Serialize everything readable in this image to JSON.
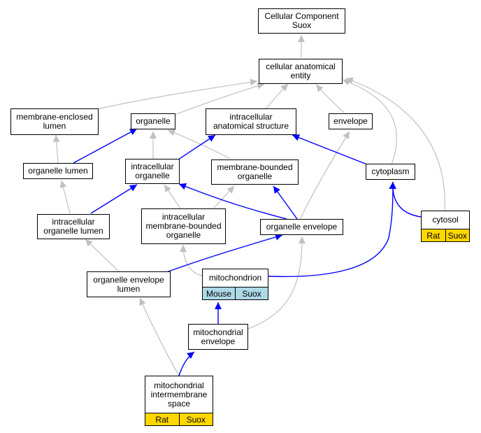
{
  "nodes": {
    "cc_root": "Cellular Component\nSuox",
    "cae": "cellular anatomical\nentity",
    "mel": "membrane-enclosed\nlumen",
    "organelle": "organelle",
    "ias": "intracellular\nanatomical structure",
    "envelope": "envelope",
    "org_lumen": "organelle lumen",
    "intra_org": "intracellular\norganelle",
    "mbo": "membrane-bounded\norganelle",
    "cytoplasm": "cytoplasm",
    "iol": "intracellular\norganelle lumen",
    "imbo": "intracellular\nmembrane-bounded\norganelle",
    "org_env": "organelle envelope",
    "oel": "organelle envelope\nlumen",
    "mito_env": "mitochondrial\nenvelope"
  },
  "terms": {
    "cytosol": {
      "name": "cytosol",
      "tags": [
        "Rat",
        "Suox"
      ]
    },
    "mitochondrion": {
      "name": "mitochondrion",
      "tags": [
        "Mouse",
        "Suox"
      ]
    },
    "mims": {
      "name": "mitochondrial\nintermembrane\nspace",
      "tags": [
        "Rat",
        "Suox"
      ]
    }
  },
  "colors": {
    "gray_edge": "#c0c0c0",
    "blue_edge": "#0000ff",
    "gold_tag": "#ffd700",
    "blue_tag": "#add8e6"
  }
}
